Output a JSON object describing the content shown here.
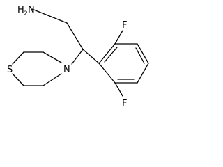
{
  "atoms": {
    "amine_h": "H",
    "amine_sub": "2",
    "amine_n": "N",
    "ring_n": "N",
    "sulfur": "S",
    "fluorine_top": "F",
    "fluorine_bottom": "F"
  }
}
